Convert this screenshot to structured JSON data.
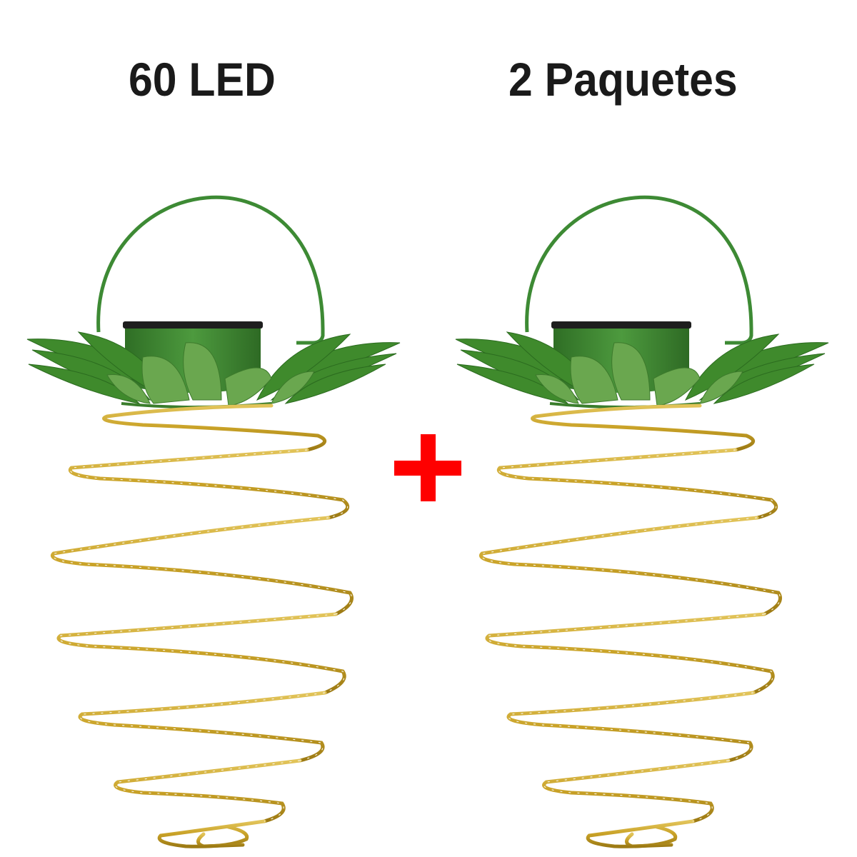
{
  "headline": {
    "left": "60 LED",
    "right": "2 Paquetes"
  },
  "product": {
    "name": "Solar pineapple spiral lantern",
    "count": 2,
    "icons": [
      "pineapple-lantern-icon",
      "plus-icon"
    ]
  },
  "colors": {
    "text": "#1a1a1a",
    "plus": "#fe0000",
    "leaf": "#3f8a2c",
    "leaf_light": "#6aa74f",
    "wire_gold": "#c9a227",
    "handle": "#3d8a34",
    "background": "#ffffff"
  }
}
